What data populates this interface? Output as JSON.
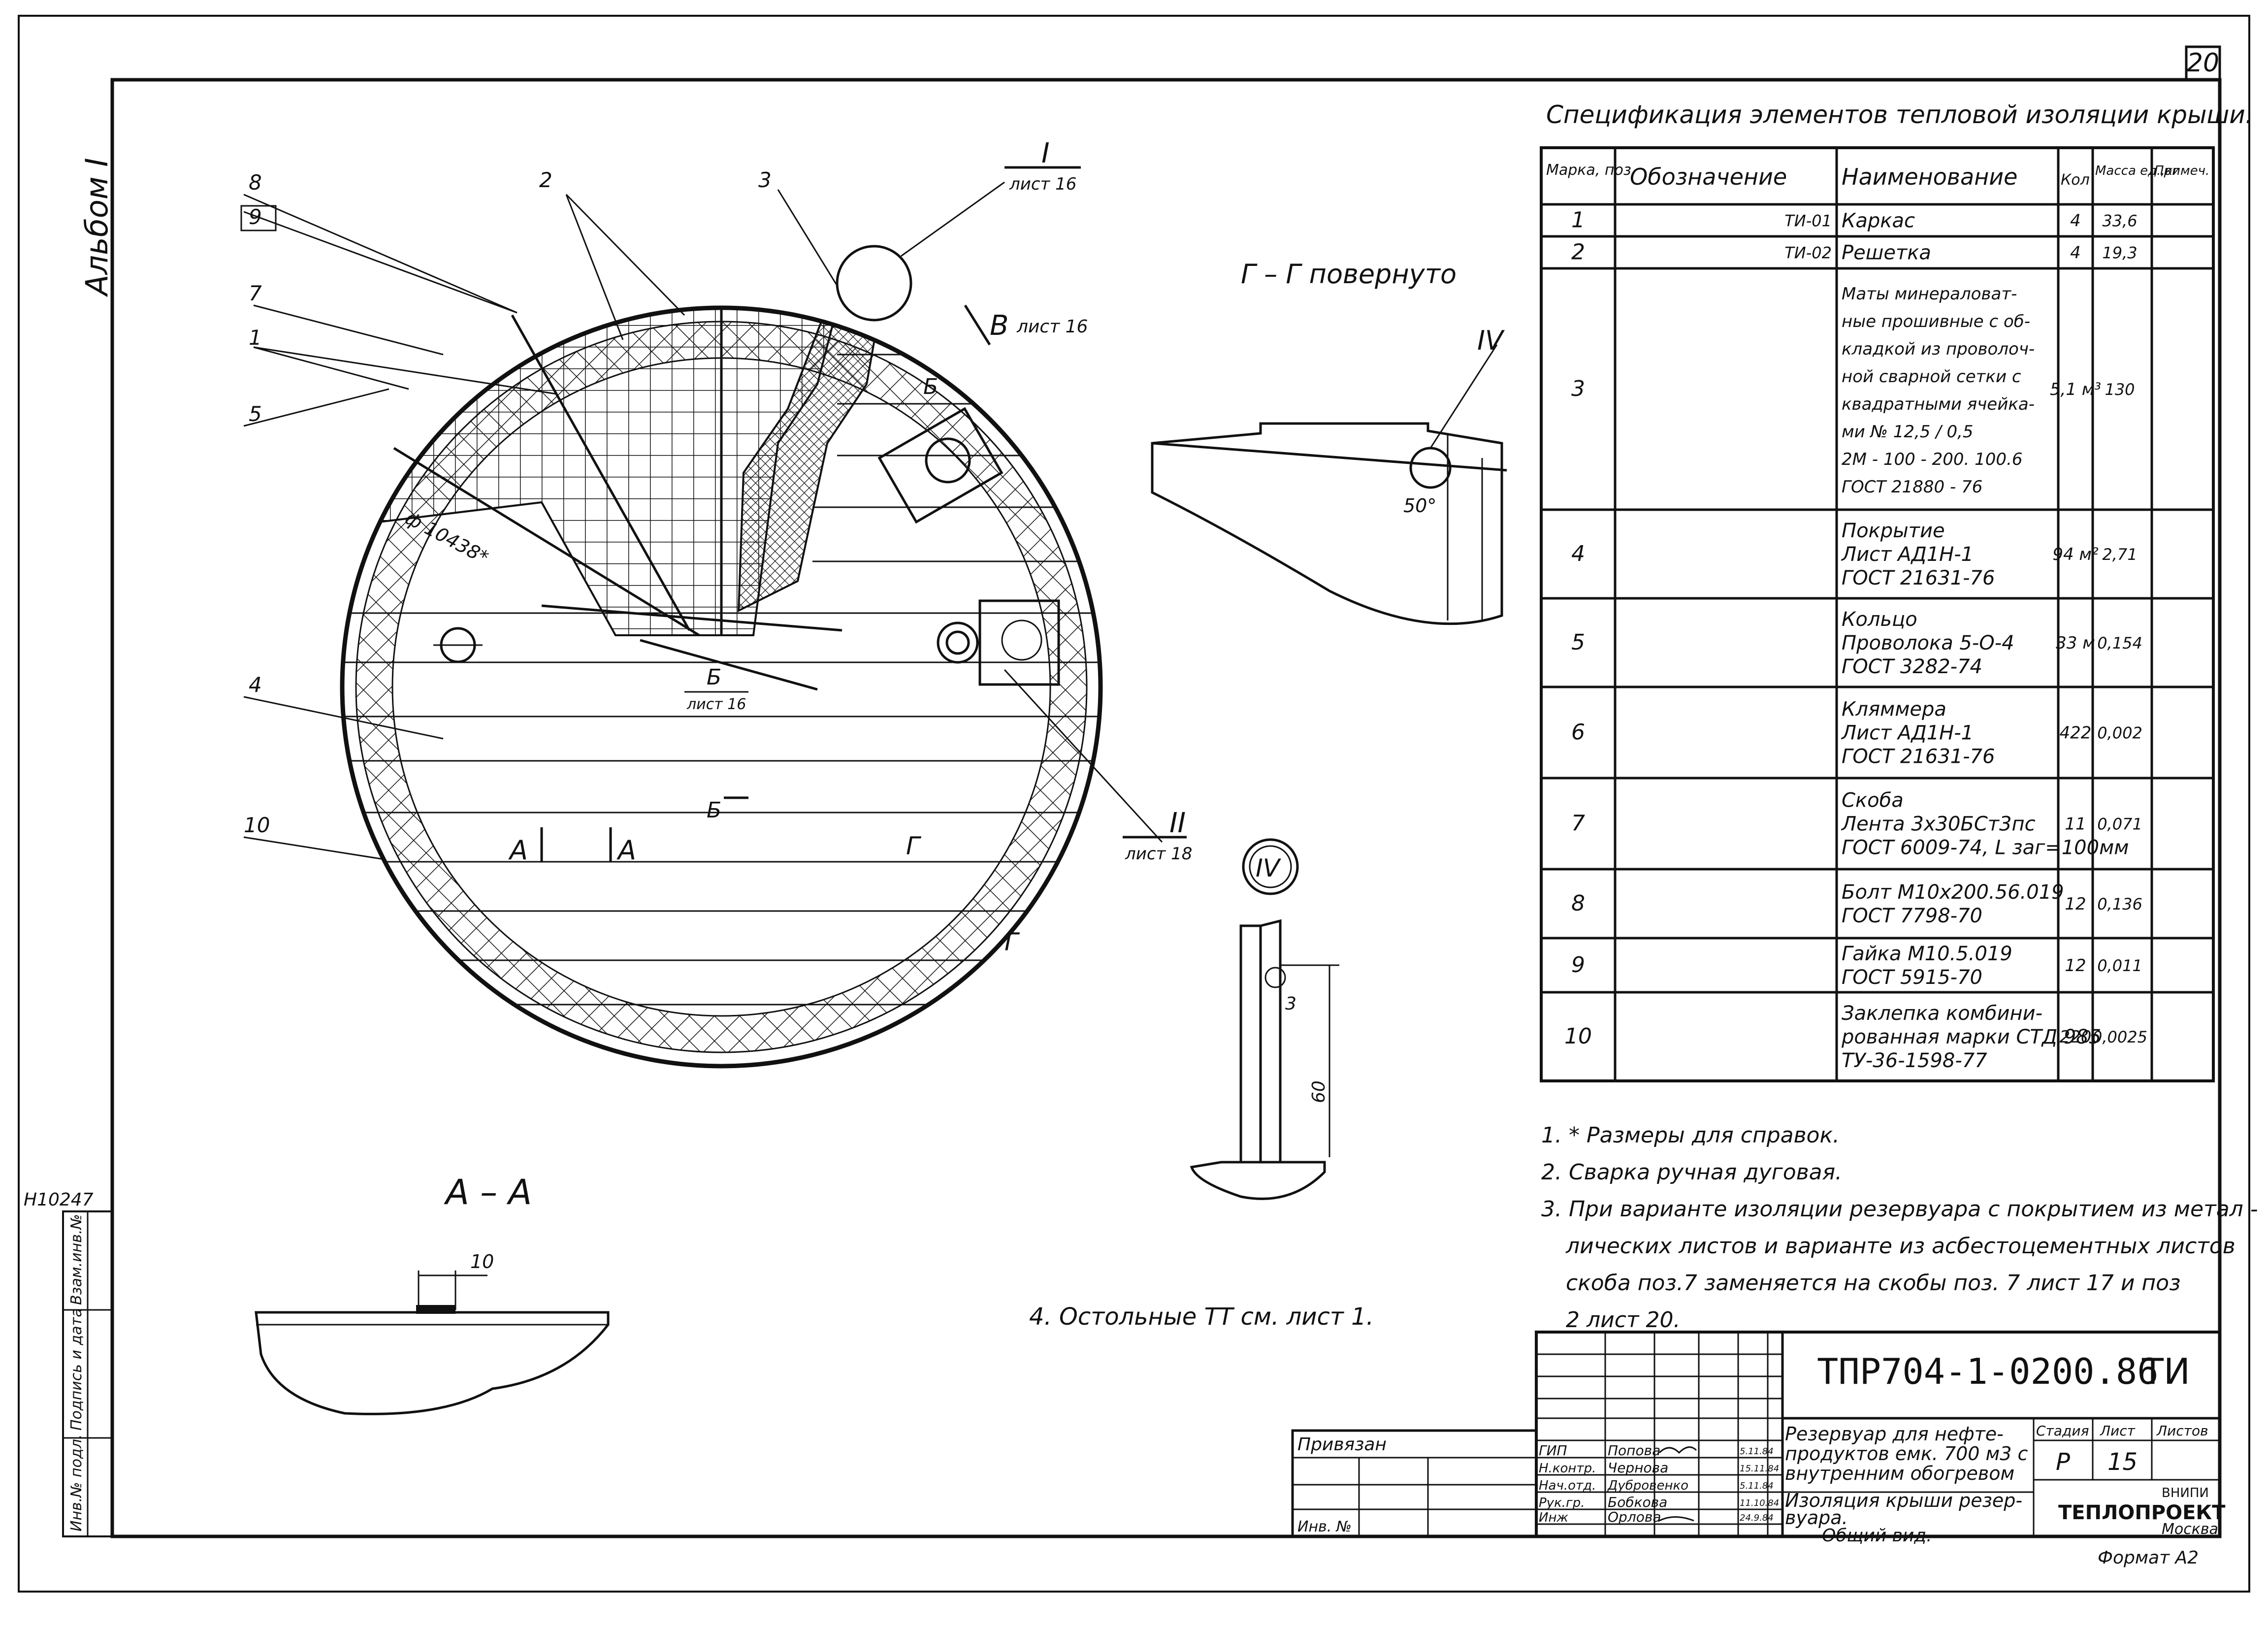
{
  "sheet": {
    "page_number": "20",
    "album": "Альбом I",
    "archive_no": "Н10247",
    "side_stamp": [
      "Инв.№ подл.",
      "Подпись и дата",
      "Взам.инв.№"
    ],
    "format": "Формат А2"
  },
  "main_view": {
    "position_labels": [
      "8",
      "9",
      "7",
      "1",
      "5",
      "2",
      "3",
      "4",
      "10"
    ],
    "detail_I": {
      "numeral": "I",
      "ref": "лист 16"
    },
    "detail_II": {
      "numeral": "II",
      "ref": "лист 18"
    },
    "detail_IV": {
      "numeral": "IV"
    },
    "view_V": {
      "letter": "В",
      "ref": "лист 16"
    },
    "diameter": "ф 10438*",
    "section_B": {
      "letter": "Б",
      "ref": "лист 16"
    },
    "section_B_lower": "Б",
    "section_A": [
      "А",
      "А"
    ],
    "section_G": [
      "Г",
      "Г"
    ],
    "b_marker": "Б"
  },
  "view_gg": {
    "title": "Г – Г повернуто",
    "angle": "50°"
  },
  "detail_iv": {
    "label": "IV",
    "dim_small": "3",
    "dim_large": "60"
  },
  "section_aa": {
    "title": "А – А",
    "dim": "10"
  },
  "notes_tt": "4.  Остольные  ТТ  см. лист 1.",
  "spec": {
    "title": "Спецификация элементов тепловой изоляции крыши.",
    "headers": [
      "Марка, поз.",
      "Обозначение",
      "Наименование",
      "Кол",
      "Масса ед.,кг",
      "Примеч."
    ],
    "rows": [
      {
        "pos": "1",
        "designation": "ТИ-01",
        "name": [
          "Каркас"
        ],
        "qty": "4",
        "mass": "33,6"
      },
      {
        "pos": "2",
        "designation": "ТИ-02",
        "name": [
          "Решетка"
        ],
        "qty": "4",
        "mass": "19,3"
      },
      {
        "pos": "3",
        "designation": "",
        "name": [
          "Маты минераловат-",
          "ные прошивные с об-",
          "кладкой из проволоч-",
          "ной сварной сетки с",
          "квадратными ячейка-",
          "ми  № 12,5 / 0,5",
          "2М - 100 - 200. 100.6",
          "ГОСТ  21880 - 76"
        ],
        "qty": "5,1 м³",
        "mass": "130"
      },
      {
        "pos": "4",
        "designation": "",
        "name": [
          "Покрытие",
          "Лист  АД1Н-1",
          "ГОСТ 21631-76"
        ],
        "qty": "94 м²",
        "mass": "2,71"
      },
      {
        "pos": "5",
        "designation": "",
        "name": [
          "Кольцо",
          "Проволока 5-О-4",
          "ГОСТ  3282-74"
        ],
        "qty": "33 м",
        "mass": "0,154"
      },
      {
        "pos": "6",
        "designation": "",
        "name": [
          "Кляммера",
          "Лист  АД1Н-1",
          "ГОСТ 21631-76"
        ],
        "qty": "422",
        "mass": "0,002"
      },
      {
        "pos": "7",
        "designation": "",
        "name": [
          "Скоба",
          "Лента 3х30БСт3пс",
          "ГОСТ 6009-74, L заг=100мм"
        ],
        "qty": "11",
        "mass": "0,071"
      },
      {
        "pos": "8",
        "designation": "",
        "name": [
          "Болт М10х200.56.019",
          "ГОСТ  7798-70"
        ],
        "qty": "12",
        "mass": "0,136"
      },
      {
        "pos": "9",
        "designation": "",
        "name": [
          "Гайка М10.5.019",
          "ГОСТ 5915-70"
        ],
        "qty": "12",
        "mass": "0,011"
      },
      {
        "pos": "10",
        "designation": "",
        "name": [
          "Заклепка комбини-",
          "рованная марки СТД 985",
          "ТУ-36-1598-77"
        ],
        "qty": "220",
        "mass": "0,0025"
      }
    ]
  },
  "notes": [
    "1. * Размеры для справок.",
    "2. Сварка ручная дуговая.",
    "3. При варианте изоляции резервуара с покрытием из метал -",
    "лических листов и варианте из асбестоцементных листов",
    "скоба поз.7 заменяется на скобы поз. 7 лист   17 и поз",
    "2 лист   20."
  ],
  "title_block": {
    "code": "ТПР704-1-0200.86",
    "mark": "ТИ",
    "privyazan": "Привязан",
    "inv": "Инв. №",
    "roles": [
      "ГИП",
      "Н.контр.",
      "Нач.отд.",
      "Рук.гр.",
      "Инж"
    ],
    "names": [
      "Попова",
      "Чернова",
      "Дубровенко",
      "Бобкова",
      "Орлова"
    ],
    "dates": [
      "5.11.84",
      "15.11.84",
      "5.11.84",
      "11.10.84",
      "24.9.84"
    ],
    "title1": [
      "Резервуар для нефте-",
      "продуктов емк. 700 м3 с",
      "внутренним обогревом"
    ],
    "title2": [
      "Изоляция крыши резер-",
      "вуара.",
      "Общий  вид."
    ],
    "stage_headers": [
      "Стадия",
      "Лист",
      "Листов"
    ],
    "stage": "Р",
    "sheet": "15",
    "sheets": "",
    "org": [
      "ВНИПИ",
      "ТЕПЛОПРОЕКТ",
      "Москва"
    ]
  }
}
